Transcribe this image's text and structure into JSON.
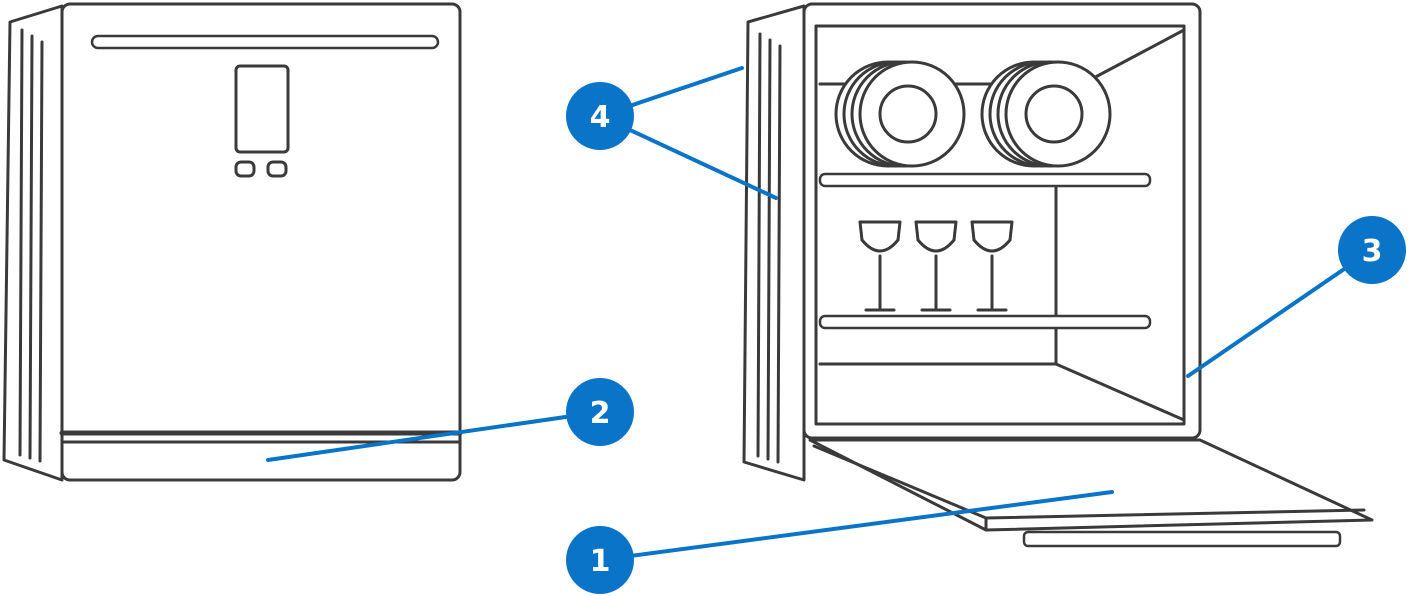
{
  "colors": {
    "outline": "#3a3a3a",
    "accent": "#0a74c9",
    "background": "#ffffff"
  },
  "callouts": {
    "one": "1",
    "two": "2",
    "three": "3",
    "four": "4"
  }
}
